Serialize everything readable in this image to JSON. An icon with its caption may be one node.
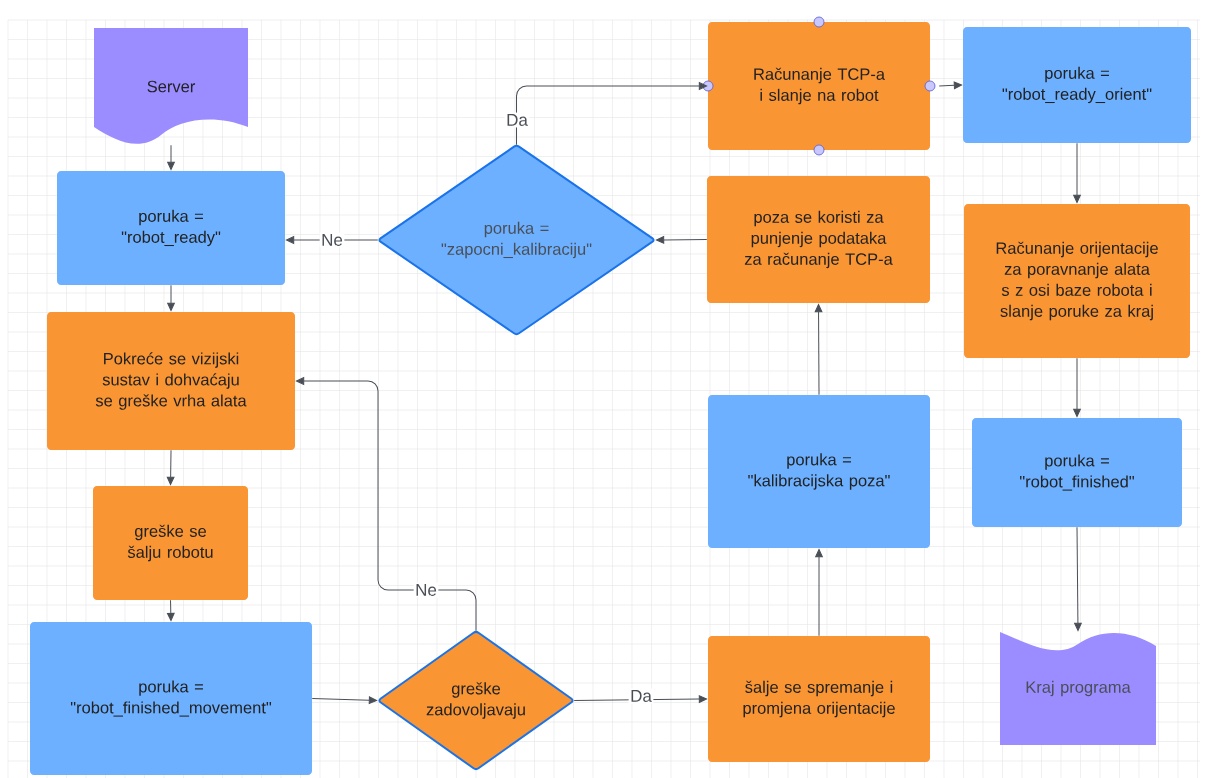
{
  "diagram": {
    "nodes": [
      {
        "text": [
          "Server"
        ]
      },
      {
        "text": [
          "poruka = \"robot_ready\""
        ]
      },
      {
        "text": [
          "Pokreće se vizijski sustav i dohvaćaju se greške vrha alata"
        ]
      },
      {
        "text": [
          "greške se šalju robotu"
        ]
      },
      {
        "text": [
          "poruka = \"robot_finished_movement\""
        ]
      },
      {
        "text": [
          "greške zadovoljavaju"
        ]
      },
      {
        "text": [
          "šalje se spremanje i promjena orijentacije"
        ]
      },
      {
        "text": [
          "poruka = \"kalibracijska poza\""
        ]
      },
      {
        "text": [
          "poza se koristi za punjenje podataka za računanje TCP-a"
        ]
      },
      {
        "text": [
          "poruka = \"zapocni_kalibraciju\""
        ]
      },
      {
        "text": [
          "Računanje TCP-a i slanje na robot"
        ]
      },
      {
        "text": [
          "poruka = \"robot_ready_orient\""
        ]
      },
      {
        "text": [
          "Računanje orijentacije za poravnanje alata s z osi baze robota i slanje poruke za kraj"
        ]
      },
      {
        "text": [
          "poruka = \"robot_finished\""
        ]
      },
      {
        "text": [
          "Kraj programa"
        ]
      }
    ],
    "edges": [
      {
        "from": 0,
        "to": 1,
        "arrow": "to"
      },
      {
        "from": 1,
        "to": 2,
        "arrow": "to"
      },
      {
        "from": 2,
        "to": 3,
        "arrow": "to"
      },
      {
        "from": 3,
        "to": 4,
        "arrow": "to"
      },
      {
        "from": 4,
        "to": 5,
        "arrow": "to"
      },
      {
        "from": 5,
        "to": 2,
        "arrow": "to",
        "label": "Ne"
      },
      {
        "from": 5,
        "to": 6,
        "arrow": "to",
        "label": "Da"
      },
      {
        "from": 6,
        "to": 7,
        "arrow": "to"
      },
      {
        "from": 7,
        "to": 8,
        "arrow": "to"
      },
      {
        "from": 8,
        "to": 9,
        "arrow": "to"
      },
      {
        "from": 9,
        "to": 1,
        "arrow": "to",
        "label": "Ne"
      },
      {
        "from": 9,
        "to": 10,
        "arrow": "to",
        "label": "Da"
      },
      {
        "from": 10,
        "to": 11,
        "arrow": "to"
      },
      {
        "from": 11,
        "to": 12,
        "arrow": "to"
      },
      {
        "from": 12,
        "to": 13,
        "arrow": "to"
      },
      {
        "from": 13,
        "to": 14,
        "arrow": "to"
      }
    ]
  }
}
